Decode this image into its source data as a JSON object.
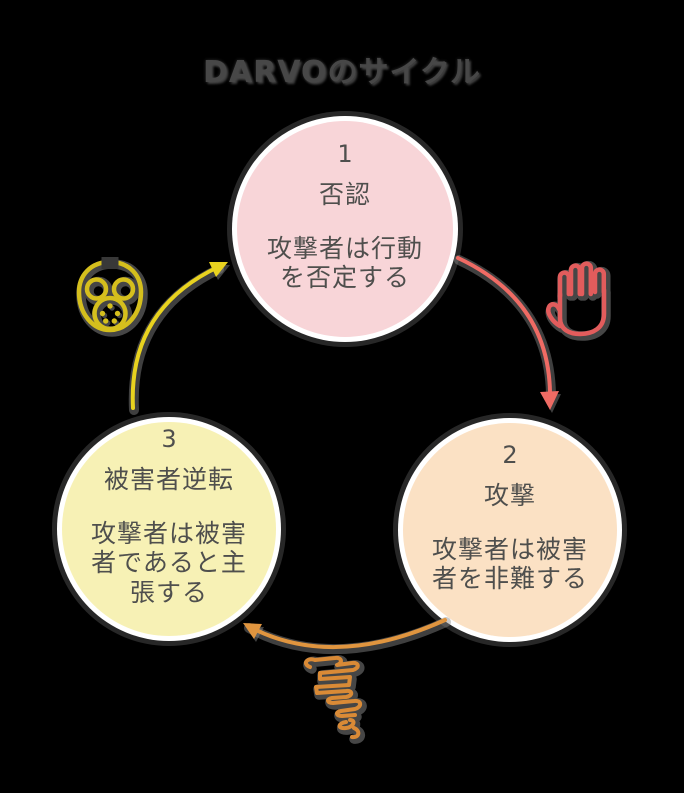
{
  "title": "DARVOのサイクル",
  "nodes": [
    {
      "number": "1",
      "heading": "否認",
      "body": "攻撃者は行動を否定する"
    },
    {
      "number": "2",
      "heading": "攻撃",
      "body": "攻撃者は被害者を非難する"
    },
    {
      "number": "3",
      "heading": "被害者逆転",
      "body": "攻撃者は被害者であると主張する"
    }
  ],
  "arrows": [
    {
      "from": "1",
      "to": "2",
      "color_key": "arrowRed"
    },
    {
      "from": "2",
      "to": "3",
      "color_key": "arrowOrange"
    },
    {
      "from": "3",
      "to": "1",
      "color_key": "arrowYellow"
    }
  ],
  "icons": {
    "left": "gas-mask-icon",
    "right": "raised-hand-icon",
    "bottom": "scribble-icon"
  },
  "colors": {
    "bg": "#000000",
    "title": "#474747",
    "text": "#4f4f4d",
    "halo": "#ffffff",
    "shadow": "#8c8c8c",
    "nodePink": "#f8d5d8",
    "nodePeach": "#fbe1c4",
    "nodeYellow": "#f7f1b5",
    "arrowRed": "#ef6b64",
    "arrowOrange": "#e0953f",
    "arrowYellow": "#e8d21f",
    "maskYellow": "#d5bf1d",
    "handRed": "#e25c5c",
    "scribbleOrange": "#d98a36"
  }
}
